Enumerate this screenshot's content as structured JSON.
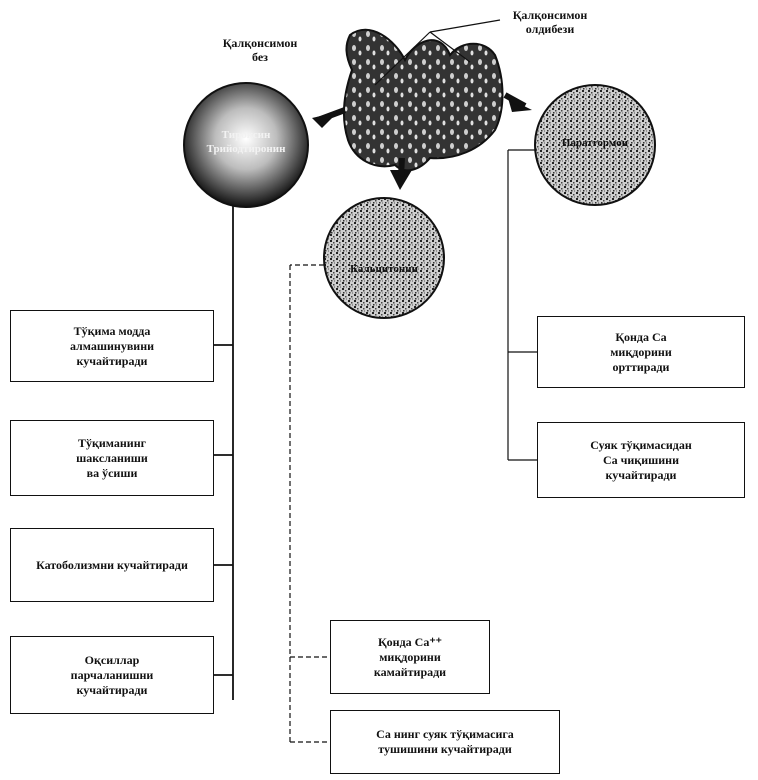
{
  "labels": {
    "gland": "Қалқонсимон\nбез",
    "parathyroid": "Қалқонсимон\nолдибези"
  },
  "hormones": {
    "thyroid_hormones": "Тироксин\nТрийодтиронин",
    "calcitonin": "Кальцитонин",
    "parathormone": "Паратгормон"
  },
  "effects_left": [
    "Тўқима модда\nалмашинувини\nкучайтиради",
    "Тўқиманинг\nшаксланиши\nва ўсиши",
    "Катоболизмни кучайтиради",
    "Оқсиллар\nпарчаланишни\nкучайтиради"
  ],
  "effects_middle": [
    "Қонда Са⁺⁺\nмиқдорини\nкамайтиради",
    "Са нинг суяк тўқимасига\nтушишини кучайтиради"
  ],
  "effects_right": [
    "Қонда Са\nмиқдорини\nорттиради",
    "Суяк тўқимасидан\nСа чиқишини\nкучайтиради"
  ],
  "colors": {
    "line": "#111111",
    "gland": "#2a2a2a"
  }
}
